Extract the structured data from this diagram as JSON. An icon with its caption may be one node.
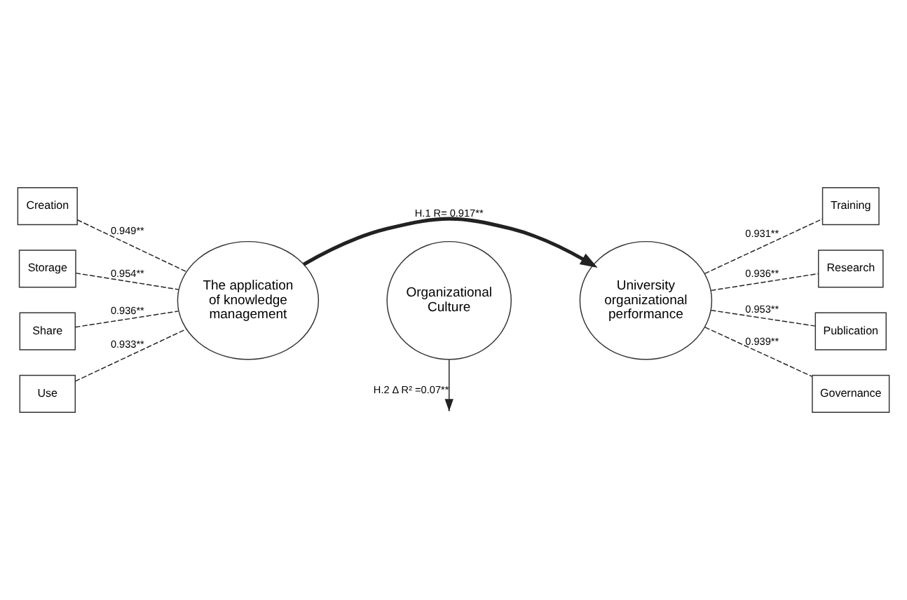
{
  "diagram": {
    "nodes": [
      {
        "text": [
          "Creation"
        ]
      },
      {
        "text": [
          "Storage"
        ]
      },
      {
        "text": [
          "Share"
        ]
      },
      {
        "text": [
          "Use"
        ]
      },
      {
        "text": [
          "The application of knowledge management"
        ]
      },
      {
        "text": [
          "University organizational performance"
        ]
      },
      {
        "text": [
          "Training"
        ]
      },
      {
        "text": [
          "Research"
        ]
      },
      {
        "text": [
          "Publication"
        ]
      },
      {
        "text": [
          "Governance"
        ]
      },
      {
        "text": [
          "Organizational Culture"
        ]
      }
    ],
    "edges": [
      {
        "from": 0,
        "to": 4,
        "arrow": "none",
        "style": "dashed",
        "label": "0.949**"
      },
      {
        "from": 1,
        "to": 4,
        "arrow": "none",
        "style": "dashed",
        "label": "0.954**"
      },
      {
        "from": 2,
        "to": 4,
        "arrow": "none",
        "style": "dashed",
        "label": "0.936**"
      },
      {
        "from": 3,
        "to": 4,
        "arrow": "none",
        "style": "dashed",
        "label": "0.933**"
      },
      {
        "from": 4,
        "to": 5,
        "arrow": "to",
        "style": "thick",
        "label": "H.1 R= 0.917**"
      },
      {
        "from": 5,
        "to": 6,
        "arrow": "none",
        "style": "dashed",
        "label": "0.931**"
      },
      {
        "from": 5,
        "to": 7,
        "arrow": "none",
        "style": "dashed",
        "label": "0.936**"
      },
      {
        "from": 5,
        "to": 8,
        "arrow": "none",
        "style": "dashed",
        "label": "0.953**"
      },
      {
        "from": 5,
        "to": 9,
        "arrow": "none",
        "style": "dashed",
        "label": "0.939**"
      },
      {
        "from": 10,
        "to": null,
        "arrow": "to",
        "label": "H.2 Δ R² =0.07**"
      }
    ]
  }
}
